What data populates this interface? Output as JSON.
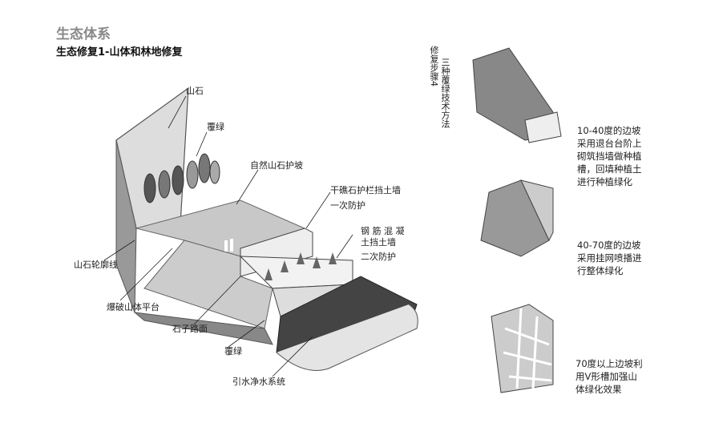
{
  "title": "生态体系",
  "subtitle": "生态修复1-山体和林地修复",
  "labels": {
    "shanshi": "山石",
    "fulv1": "覆绿",
    "hupo": "自然山石护坡",
    "ganqi": "干礁石护栏挡土墙",
    "yici": "一次防护",
    "gangjin": "钢 筋 混 凝",
    "tudang": "土挡土墙",
    "erci": "二次防护",
    "lunkuo": "山石轮廓线",
    "baopo": "爆破山体平台",
    "shizi": "石子路面",
    "fulv2": "覆绿",
    "yinshui": "引水净水系统"
  },
  "side": {
    "step": "修复步骤4",
    "methods": "三种覆绿技术方法",
    "m1": [
      "10-40度的边坡",
      "采用退台台阶上",
      "砌筑挡墙做种植",
      "槽，回填种植土",
      "进行种植绿化"
    ],
    "m2": [
      "40-70度的边坡",
      "采用挂网喷播进",
      "行整体绿化"
    ],
    "m3": [
      "70度以上边坡利",
      "用V形槽加强山",
      "体绿化效果"
    ]
  }
}
